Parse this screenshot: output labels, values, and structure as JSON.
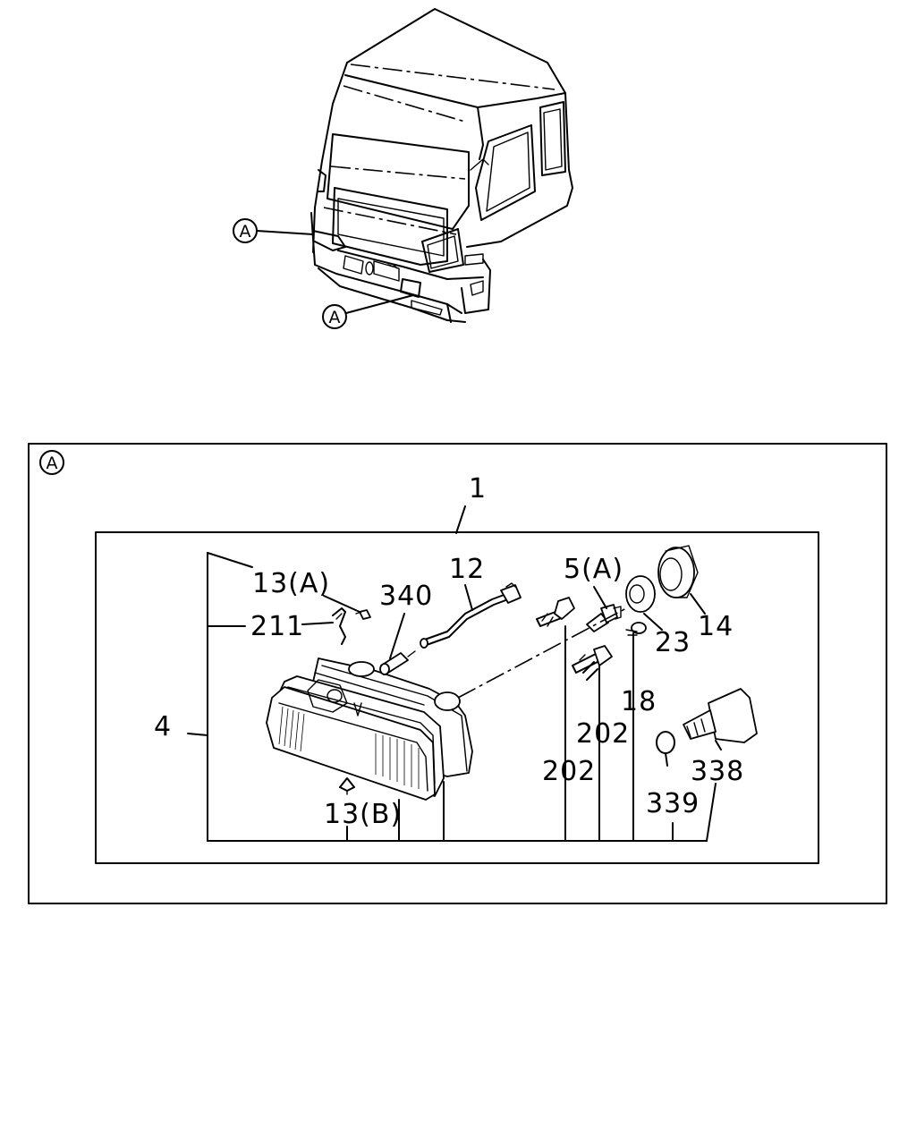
{
  "refs": {
    "callout": "A"
  },
  "parts": {
    "p1": "1",
    "p4": "4",
    "p5": "5(A)",
    "p12": "12",
    "p13a": "13(A)",
    "p13b": "13(B)",
    "p14": "14",
    "p18": "18",
    "p23": "23",
    "p202a": "202",
    "p202b": "202",
    "p211": "211",
    "p338": "338",
    "p339": "339",
    "p340": "340"
  },
  "icons": {
    "cab": "truck-cab-icon",
    "headlamp": "headlamp-assembly-icon"
  }
}
